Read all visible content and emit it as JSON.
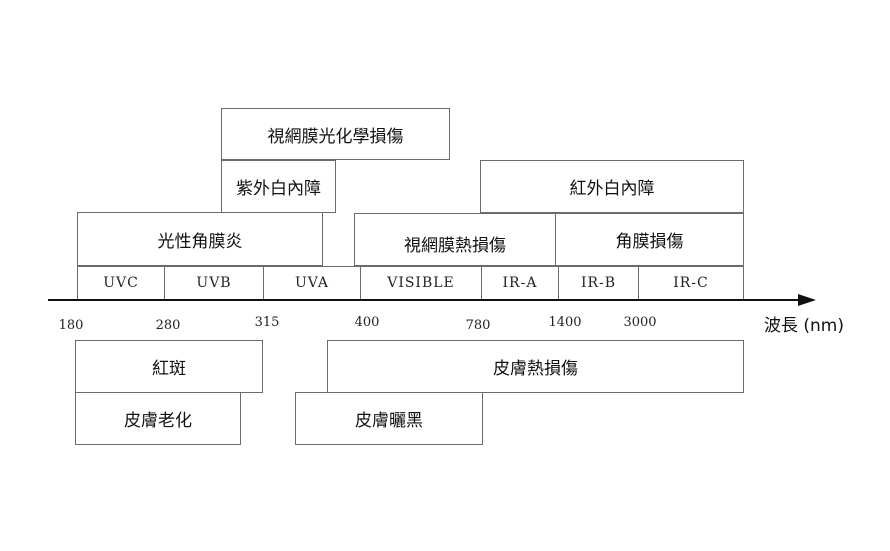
{
  "effects_above": {
    "retina_photochemical": "視網膜光化學損傷",
    "uv_cataract": "紫外白內障",
    "ir_cataract": "紅外白內障",
    "photokeratitis": "光性角膜炎",
    "retina_thermal": "視網膜熱損傷",
    "cornea_burn": "角膜損傷"
  },
  "bands": [
    "UVC",
    "UVB",
    "UVA",
    "VISIBLE",
    "IR-A",
    "IR-B",
    "IR-C"
  ],
  "axis": {
    "ticks": [
      "180",
      "280",
      "315",
      "400",
      "780",
      "1400",
      "3000"
    ],
    "label": "波長 (nm)"
  },
  "effects_below": {
    "erythema": "紅斑",
    "skin_thermal": "皮膚熱損傷",
    "skin_aging": "皮膚老化",
    "skin_tanning": "皮膚曬黑"
  }
}
